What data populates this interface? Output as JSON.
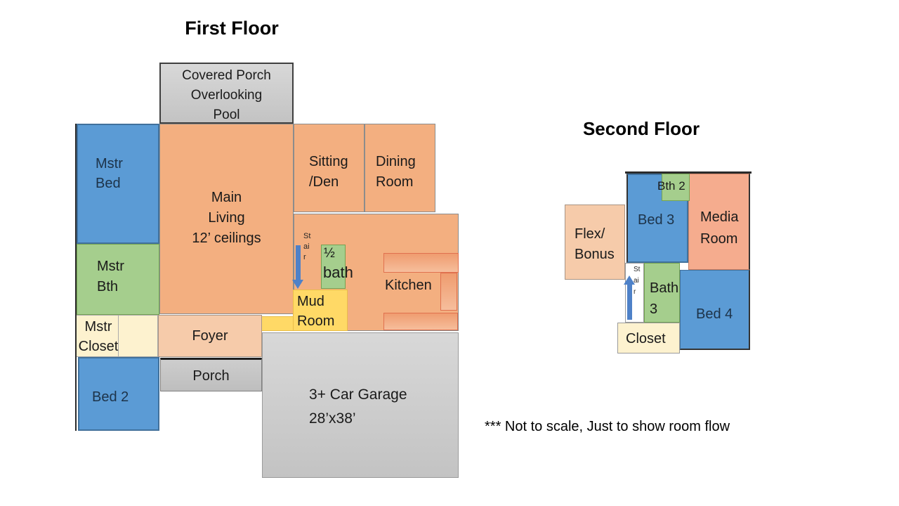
{
  "first_floor": {
    "title": "First Floor",
    "rooms": {
      "covered_porch": {
        "label": "Covered Porch\nOverlooking\nPool"
      },
      "mstr_bed": {
        "label": "Mstr\nBed"
      },
      "main_living": {
        "label": "Main\nLiving\n12’ ceilings"
      },
      "sitting_den": {
        "label": "Sitting\n/Den"
      },
      "dining_room": {
        "label": "Dining\nRoom"
      },
      "kitchen": {
        "label": "Kitchen"
      },
      "stair": {
        "label": "Stair"
      },
      "half_bath": {
        "fraction": "½",
        "label": "bath"
      },
      "mud_room": {
        "label": "Mud\nRoom"
      },
      "foyer": {
        "label": "Foyer"
      },
      "mstr_bth": {
        "label": "Mstr\nBth"
      },
      "mstr_closet": {
        "label": "Mstr\nCloset"
      },
      "porch": {
        "label": "Porch"
      },
      "bed_2": {
        "label": "Bed 2"
      },
      "garage": {
        "label": "3+ Car Garage\n28’x38’"
      }
    }
  },
  "second_floor": {
    "title": "Second Floor",
    "rooms": {
      "bth_2": {
        "label": "Bth 2"
      },
      "bed_3": {
        "label": "Bed 3"
      },
      "media_room": {
        "label": "Media\nRoom"
      },
      "flex_bonus": {
        "label": "Flex/\nBonus"
      },
      "stair": {
        "label": "Stair"
      },
      "bath_3": {
        "label": "Bath\n3"
      },
      "bed_4": {
        "label": "Bed 4"
      },
      "closet": {
        "label": "Closet"
      }
    }
  },
  "footnote": "*** Not to scale, Just to show room flow",
  "palette": {
    "bedroom_blue": "#5B9BD5",
    "bath_green": "#A5CE8D",
    "living_orange": "#F3AF80",
    "media_salmon": "#F5AC8E",
    "foyer_peach": "#F6CBAA",
    "mud_yellow": "#FFD966",
    "closet_cream": "#FDF2CF",
    "porch_gray": "#CFCFCF",
    "counter_orange": "#EF9C6F",
    "stair_arrow_blue": "#4E81C8"
  }
}
